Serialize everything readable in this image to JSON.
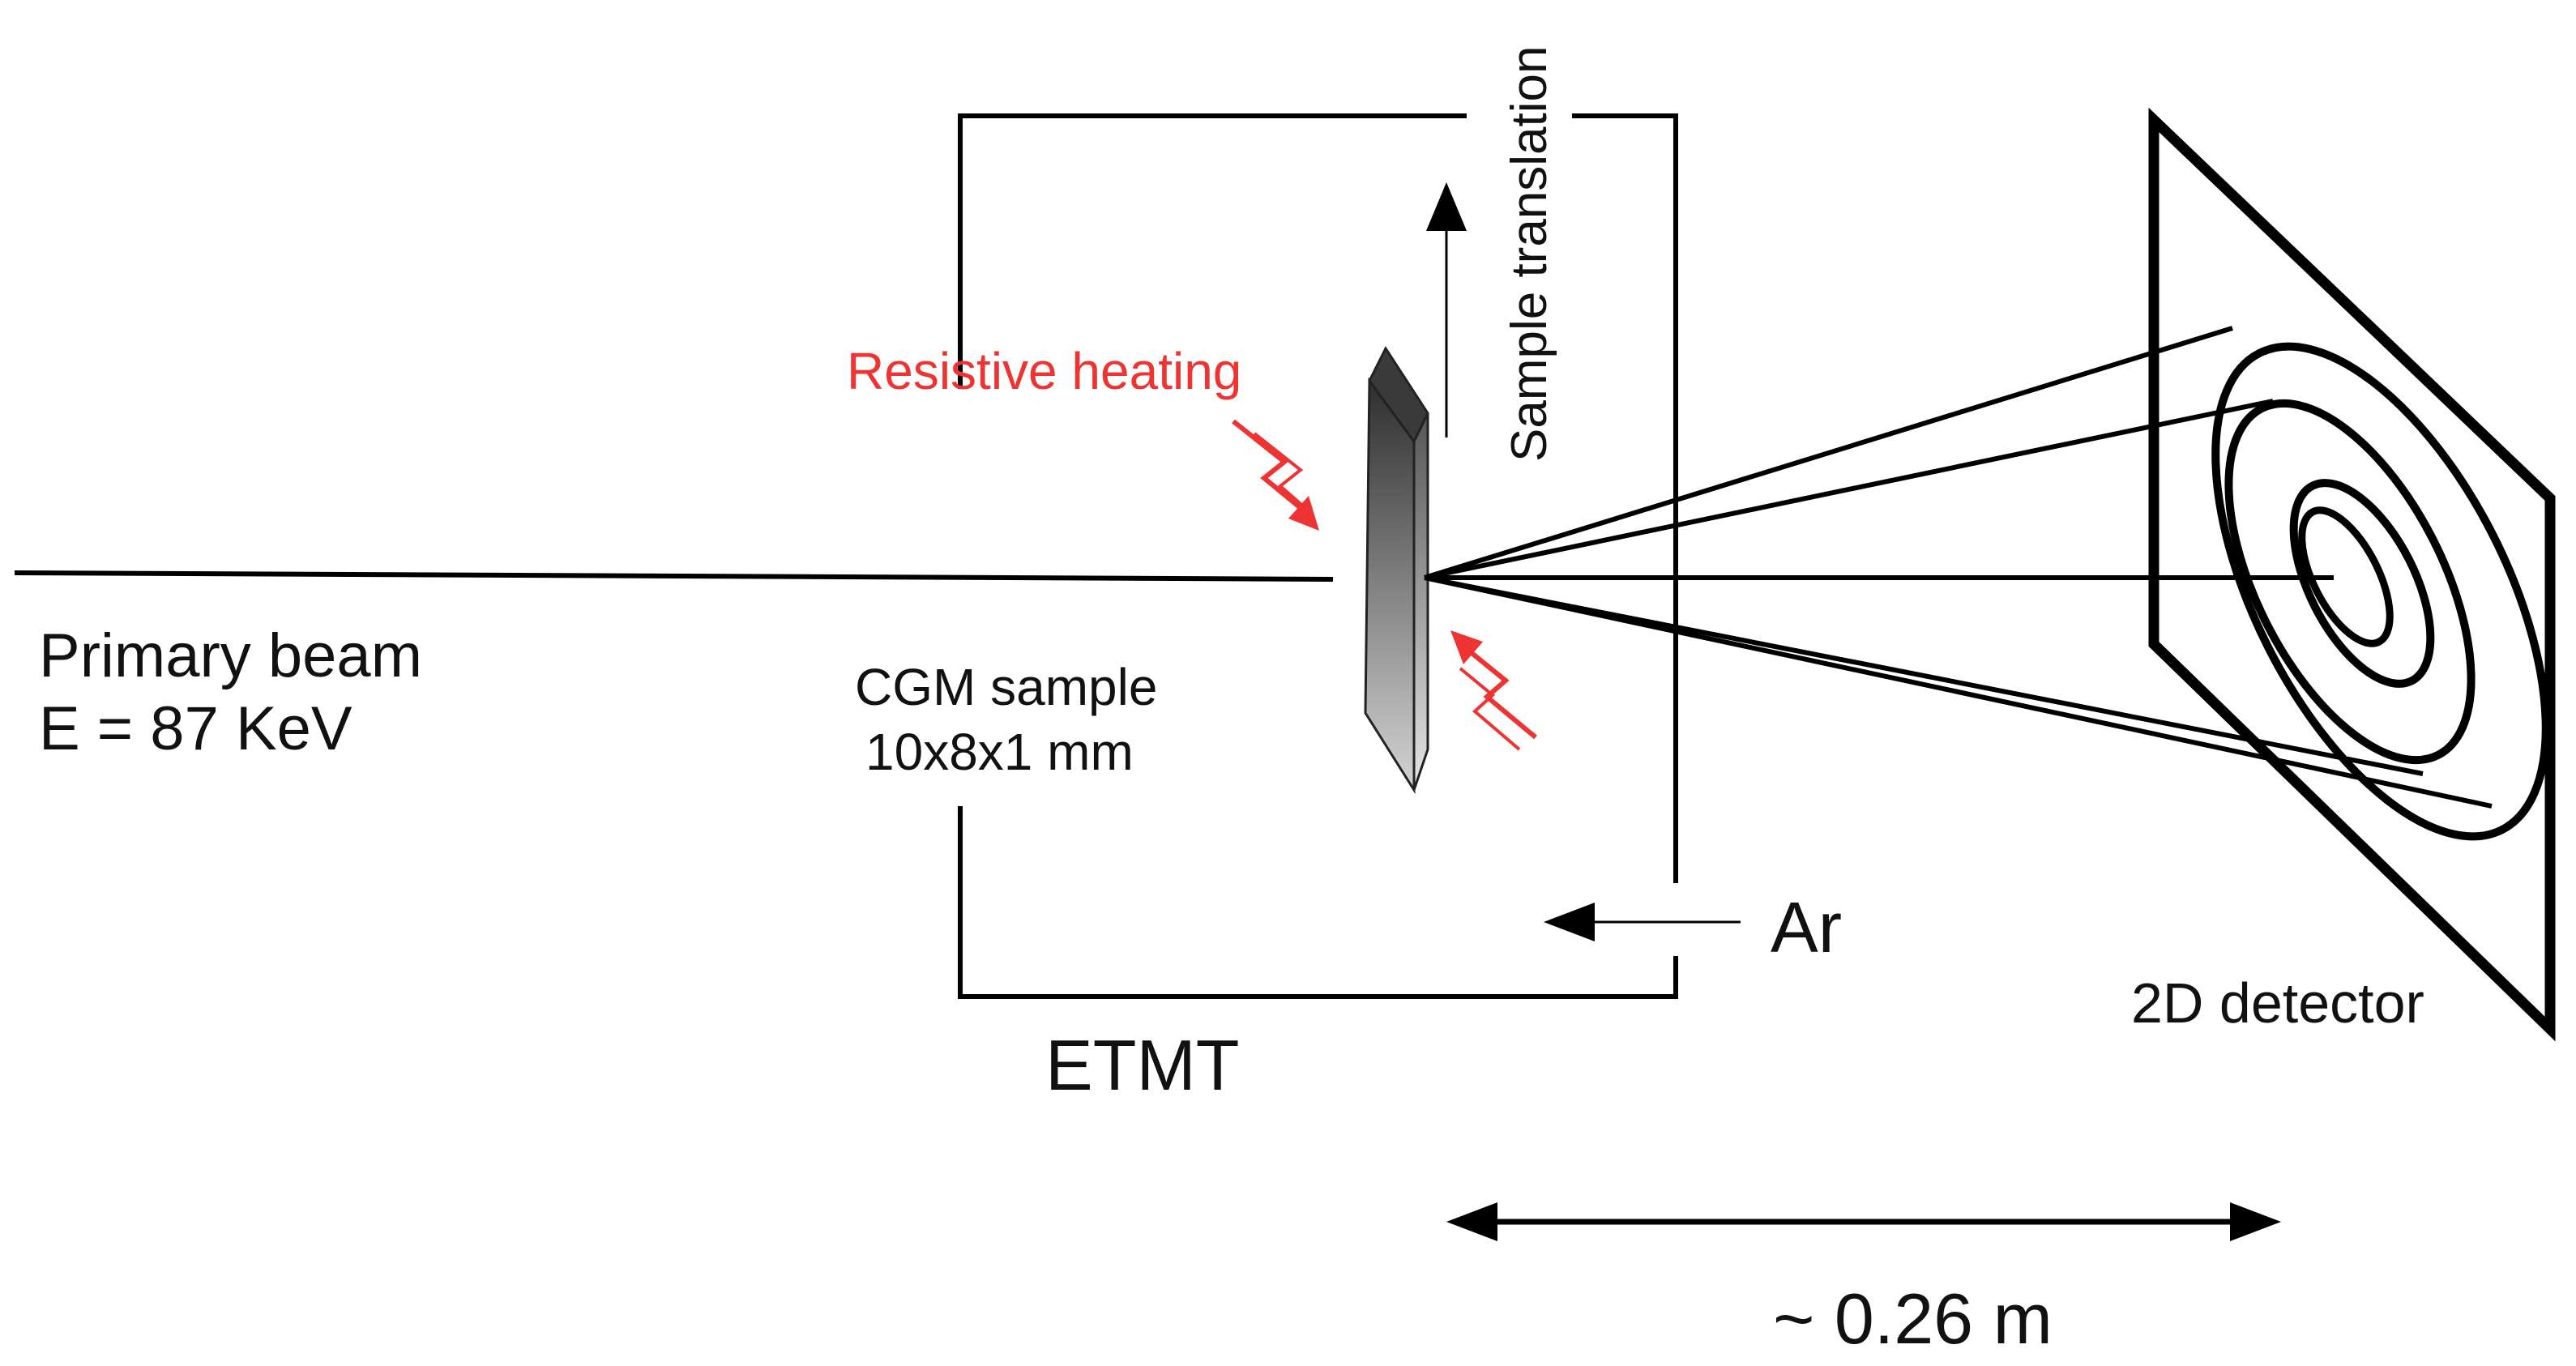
{
  "labels": {
    "primary_beam": "Primary beam",
    "energy": "E = 87 KeV",
    "resistive_heating": "Resistive heating",
    "sample_translation": "Sample translation",
    "cgm_sample": "CGM sample",
    "sample_size": "10x8x1 mm",
    "etmt": "ETMT",
    "ar": "Ar",
    "detector": "2D detector",
    "distance": "~ 0.26 m"
  },
  "colors": {
    "line": "#000000",
    "heating": "#ee3333",
    "sample_dark": "#2e2e2e",
    "sample_light": "#d4d4d4"
  }
}
